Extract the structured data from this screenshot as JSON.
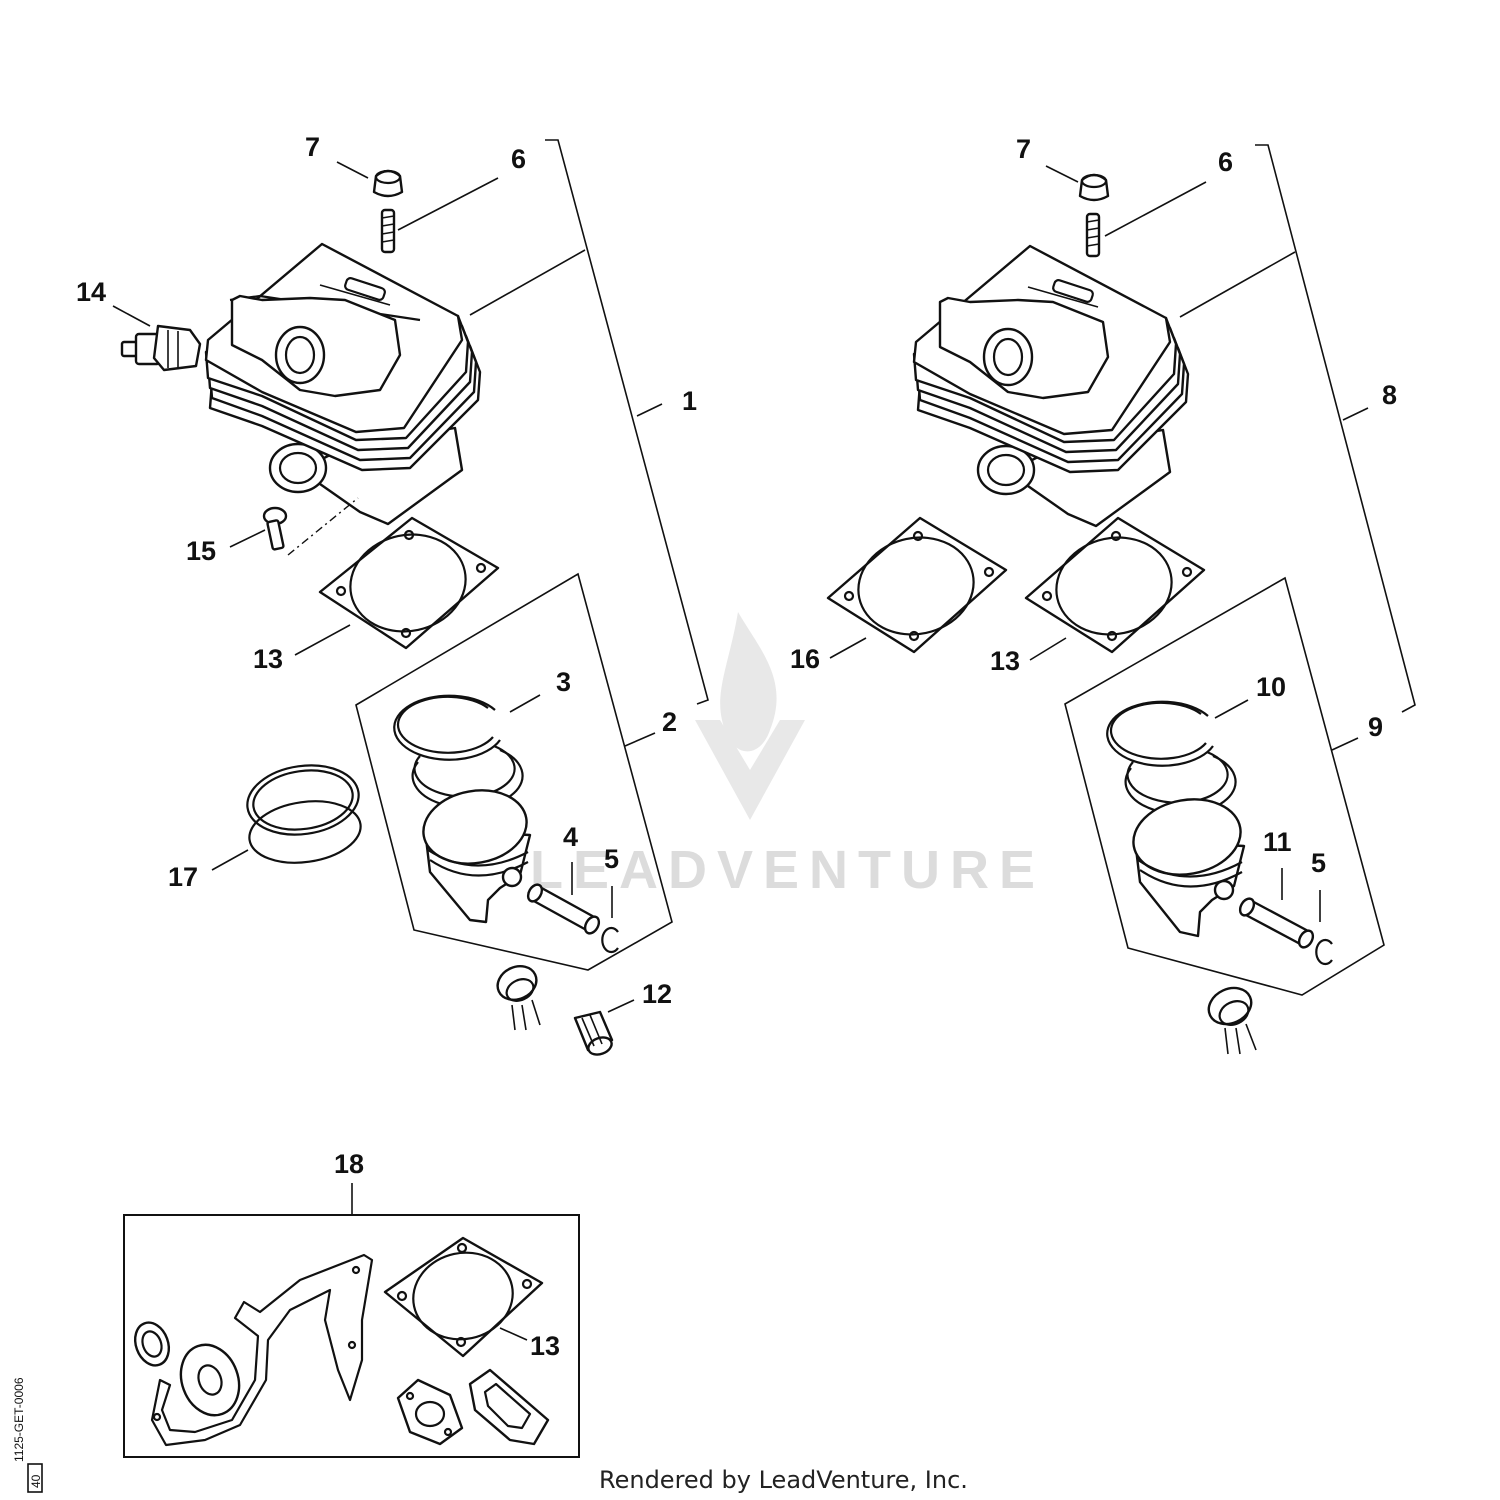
{
  "callouts": {
    "left": {
      "c7": "7",
      "c6": "6",
      "c14": "14",
      "c1": "1",
      "c15": "15",
      "c13": "13",
      "c3": "3",
      "c2": "2",
      "c17": "17",
      "c4": "4",
      "c5": "5",
      "c12": "12"
    },
    "right": {
      "c7": "7",
      "c6": "6",
      "c8": "8",
      "c16": "16",
      "c13": "13",
      "c10": "10",
      "c9": "9",
      "c11": "11",
      "c5": "5"
    },
    "kit": {
      "c18": "18",
      "c13": "13"
    }
  },
  "watermark": {
    "text": "LEADVENTURE"
  },
  "footer": {
    "rendered_by": "Rendered by LeadVenture, Inc."
  },
  "diagram_code": {
    "code": "1125-GET-0006",
    "page": "40"
  },
  "colors": {
    "line": "#111111",
    "watermark": "#d9d9d9",
    "background": "#ffffff"
  }
}
